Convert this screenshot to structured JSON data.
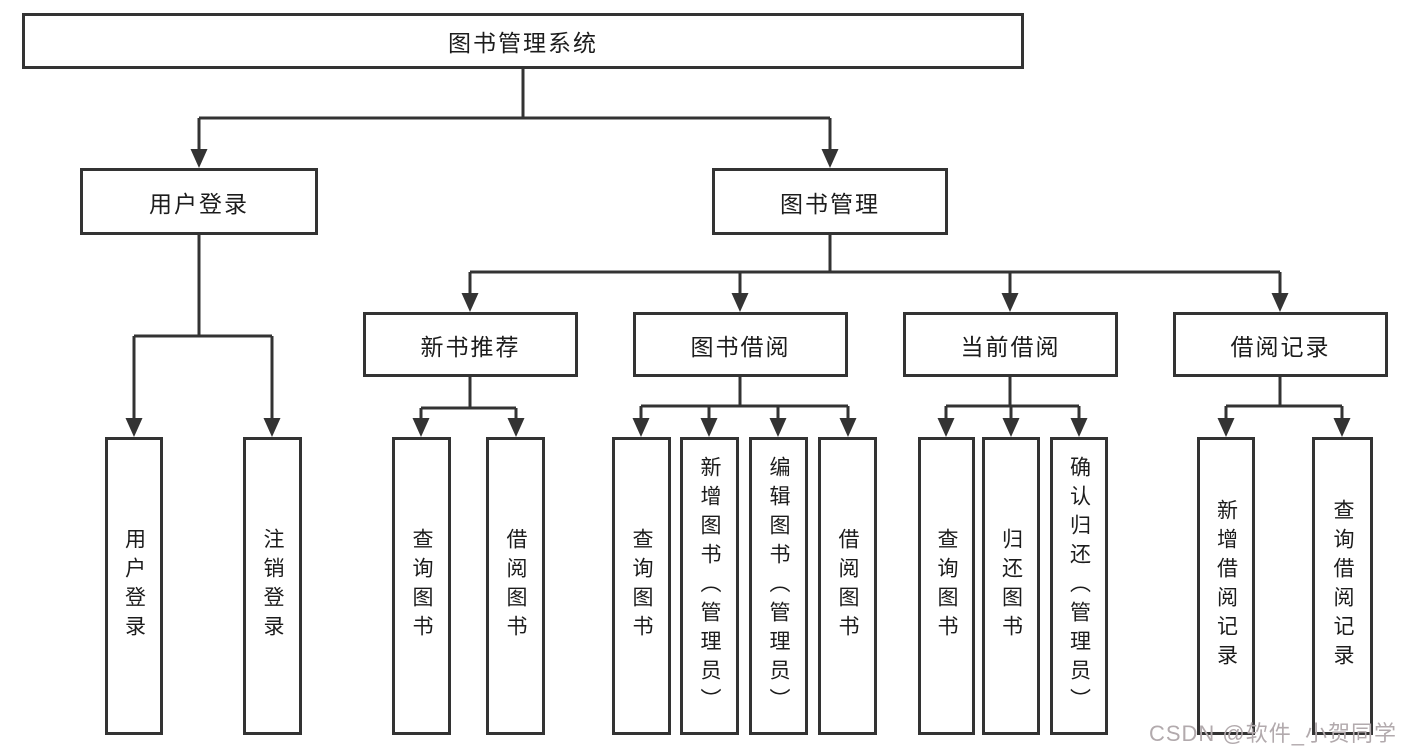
{
  "nodes": {
    "root": {
      "label": "图书管理系统"
    },
    "login": {
      "label": "用户登录"
    },
    "mgmt": {
      "label": "图书管理"
    },
    "newbooks": {
      "label": "新书推荐"
    },
    "borrow": {
      "label": "图书借阅"
    },
    "current": {
      "label": "当前借阅"
    },
    "records": {
      "label": "借阅记录"
    },
    "login_user": {
      "label": "用户登录"
    },
    "login_logout": {
      "label": "注销登录"
    },
    "new_query": {
      "label": "查询图书"
    },
    "new_borrow": {
      "label": "借阅图书"
    },
    "borrow_query": {
      "label": "查询图书"
    },
    "borrow_add": {
      "label": "新增图书（管理员）"
    },
    "borrow_edit": {
      "label": "编辑图书（管理员）"
    },
    "borrow_lend": {
      "label": "借阅图书"
    },
    "cur_query": {
      "label": "查询图书"
    },
    "cur_return": {
      "label": "归还图书"
    },
    "cur_confirm": {
      "label": "确认归还（管理员）"
    },
    "rec_add": {
      "label": "新增借阅记录"
    },
    "rec_query": {
      "label": "查询借阅记录"
    }
  },
  "hierarchy": {
    "图书管理系统": [
      "用户登录",
      "图书管理"
    ],
    "用户登录": [
      "用户登录",
      "注销登录"
    ],
    "图书管理": [
      "新书推荐",
      "图书借阅",
      "当前借阅",
      "借阅记录"
    ],
    "新书推荐": [
      "查询图书",
      "借阅图书"
    ],
    "图书借阅": [
      "查询图书",
      "新增图书（管理员）",
      "编辑图书（管理员）",
      "借阅图书"
    ],
    "当前借阅": [
      "查询图书",
      "归还图书",
      "确认归还（管理员）"
    ],
    "借阅记录": [
      "新增借阅记录",
      "查询借阅记录"
    ]
  },
  "watermark": {
    "text": "CSDN @软件_小贺同学"
  },
  "colors": {
    "line": "#333333",
    "text": "#1c1c1c",
    "watermark": "#b2aaad",
    "background": "#ffffff"
  }
}
